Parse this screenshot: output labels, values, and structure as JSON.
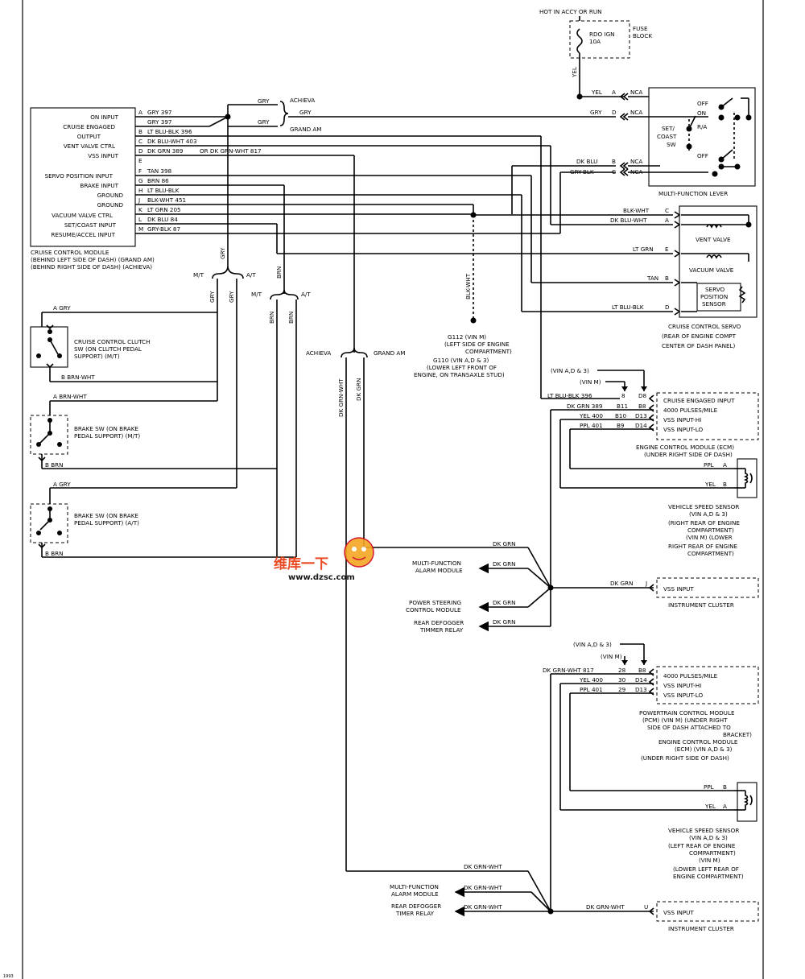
{
  "fuse": {
    "hot_label": "HOT IN ACCY OR RUN",
    "fuse_name": "RDO IGN",
    "fuse_amp": "10A",
    "block_line1": "FUSE",
    "block_line2": "BLOCK",
    "wire_vert": "YEL"
  },
  "module": {
    "pins": [
      {
        "label": "ON INPUT",
        "letter": "A",
        "wire": "GRY 397"
      },
      {
        "label": "CRUISE ENGAGED",
        "letter": "",
        "wire": "GRY 397"
      },
      {
        "label": "OUTPUT",
        "letter": "B",
        "wire": "LT BLU-BLK 396"
      },
      {
        "label": "VENT VALVE CTRL",
        "letter": "C",
        "wire": "DK BLU-WHT 403"
      },
      {
        "label": "VSS INPUT",
        "letter": "D",
        "wire": "DK GRN 389"
      },
      {
        "label": "",
        "letter": "E",
        "wire": ""
      },
      {
        "label": "SERVO POSITION INPUT",
        "letter": "F",
        "wire": "TAN 398"
      },
      {
        "label": "BRAKE INPUT",
        "letter": "G",
        "wire": "BRN 86"
      },
      {
        "label": "GROUND",
        "letter": "H",
        "wire": "LT BLU-BLK"
      },
      {
        "label": "GROUND",
        "letter": "J",
        "wire": "BLK-WHT 451"
      },
      {
        "label": "VACUUM VALVE CTRL",
        "letter": "K",
        "wire": "LT GRN 205"
      },
      {
        "label": "SET/COAST INPUT",
        "letter": "L",
        "wire": "DK BLU 84"
      },
      {
        "label": "RESUME/ACCEL INPUT",
        "letter": "M",
        "wire": "GRY-BLK 87"
      }
    ],
    "alt_wire": "OR DK GRN-WHT 817",
    "caption": [
      "CRUISE CONTROL MODULE",
      "(BEHIND LEFT SIDE OF DASH) (GRAND AM)",
      "(BEHIND RIGHT SIDE OF DASH) (ACHIEVA)"
    ]
  },
  "branch": {
    "gry1": "GRY",
    "achieva": "ACHIEVA",
    "gry2": "GRY",
    "gry3": "GRY",
    "grand_am": "GRAND AM"
  },
  "mfl": {
    "rows": [
      {
        "wire": "YEL",
        "pin": "A",
        "nca": "NCA"
      },
      {
        "wire": "GRY",
        "pin": "D",
        "nca": "NCA"
      },
      {
        "wire": "DK BLU",
        "pin": "B",
        "nca": "NCA"
      },
      {
        "wire": "GRY-BLK",
        "pin": "C",
        "nca": "NCA"
      }
    ],
    "off1": "OFF",
    "on": "ON",
    "ra": "R/A",
    "off2": "OFF",
    "sw1": "SET/",
    "sw2": "COAST",
    "sw3": "SW",
    "caption": "MULTI-FUNCTION LEVER"
  },
  "servo": {
    "rows": [
      {
        "wire": "BLK-WHT",
        "pin": "C"
      },
      {
        "wire": "DK BLU-WHT",
        "pin": "A"
      },
      {
        "wire": "LT GRN",
        "pin": "E"
      },
      {
        "wire": "TAN",
        "pin": "B"
      },
      {
        "wire": "LT BLU-BLK",
        "pin": "D"
      }
    ],
    "vent": "VENT VALVE",
    "vacuum": "VACUUM VALVE",
    "sensor": [
      "SERVO",
      "POSITION",
      "SENSOR"
    ],
    "caption": [
      "CRUISE CONTROL SERVO",
      "(REAR OF ENGINE COMPT",
      "CENTER OF DASH PANEL)"
    ]
  },
  "ground": {
    "wire": "BLK-WHT",
    "lines": [
      "G112 (VIN M)",
      "(LEFT SIDE OF ENGINE",
      "COMPARTMENT)",
      "G110 (VIN A,D & 3)",
      "(LOWER LEFT FRONT OF",
      "ENGINE, ON TRANSAXLE STUD)"
    ]
  },
  "trans": {
    "mt1": "M/T",
    "at1": "A/T",
    "gry_a": "GRY",
    "gry_b": "GRY",
    "mt2": "M/T",
    "at2": "A/T",
    "brn_a": "BRN",
    "brn_b": "BRN",
    "brn_top": "BRN",
    "gry_top": "GRY",
    "achieva": "ACHIEVA",
    "grand_am": "GRAND AM",
    "dkgrn_wht": "DK GRN-WHT",
    "dkgrn": "DK GRN"
  },
  "clutch": {
    "top": "A  GRY",
    "bottom": "B  BRN-WHT",
    "lines": [
      "CRUISE CONTROL CLUTCH",
      "SW (ON CLUTCH PEDAL",
      "SUPPORT) (M/T)"
    ]
  },
  "brake_mt": {
    "top": "A  BRN-WHT",
    "bottom": "B  BRN",
    "lines": [
      "BRAKE SW (ON BRAKE",
      "PEDAL SUPPORT) (M/T)"
    ]
  },
  "brake_at": {
    "top": "A  GRY",
    "bottom": "B  BRN",
    "lines": [
      "BRAKE SW (ON BRAKE",
      "PEDAL SUPPORT) (A/T)"
    ]
  },
  "ecm": {
    "vin1": "(VIN A,D & 3)",
    "vin2": "(VIN M)",
    "rows": [
      {
        "wire": "LT BLU-BLK 396",
        "p1": "8",
        "p2": "D8",
        "label": "CRUISE ENGAGED INPUT"
      },
      {
        "wire": "DK GRN 389",
        "p1": "B11",
        "p2": "B8",
        "label": "4000 PULSES/MILE"
      },
      {
        "wire": "YEL 400",
        "p1": "B10",
        "p2": "D13",
        "label": "VSS INPUT-HI"
      },
      {
        "wire": "PPL 401",
        "p1": "B9",
        "p2": "D14",
        "label": "VSS INPUT-LO"
      }
    ],
    "caption": [
      "ENGINE CONTROL MODULE (ECM)",
      "(UNDER RIGHT SIDE OF DASH)"
    ]
  },
  "vss1": {
    "ppl": "PPL",
    "ppl_pin": "A",
    "yel": "YEL",
    "yel_pin": "B",
    "lines": [
      "VEHICLE SPEED SENSOR",
      "(VIN A,D & 3)",
      "(RIGHT REAR OF ENGINE",
      "COMPARTMENT)",
      "(VIN M) (LOWER",
      "RIGHT REAR OF ENGINE",
      "COMPARTMENT)"
    ]
  },
  "dkgrn_bus": {
    "top": "DK GRN",
    "mfa": [
      "MULTI-FUNCTION",
      "ALARM MODULE"
    ],
    "mfa_wire": "DK GRN",
    "psc": [
      "POWER STEERING",
      "CONTROL MODULE"
    ],
    "psc_wire": "DK GRN",
    "rdt": [
      "REAR DEFOGGER",
      "TIMMER RELAY"
    ],
    "rdt_wire": "DK GRN",
    "ic_wire": "DK GRN",
    "ic_pin": "J",
    "ic_label": "VSS INPUT",
    "ic_caption": "INSTRUMENT CLUSTER"
  },
  "pcm": {
    "vin1": "(VIN A,D & 3)",
    "vin2": "(VIN M)",
    "rows": [
      {
        "wire": "DK GRN-WHT 817",
        "p1": "28",
        "p2": "B8",
        "label": "4000 PULSES/MILE"
      },
      {
        "wire": "YEL 400",
        "p1": "30",
        "p2": "D14",
        "label": "VSS INPUT-HI"
      },
      {
        "wire": "PPL 401",
        "p1": "29",
        "p2": "D13",
        "label": "VSS INPUT-LO"
      }
    ],
    "caption": [
      "POWERTRAIN CONTROL MODULE",
      "(PCM) (VIN M) (UNDER RIGHT",
      "SIDE OF DASH ATTACHED TO",
      "BRACKET)",
      "ENGINE CONTROL MODULE",
      "(ECM) (VIN A,D & 3)",
      "(UNDER RIGHT SIDE OF DASH)"
    ]
  },
  "vss2": {
    "ppl": "PPL",
    "ppl_pin": "B",
    "yel": "YEL",
    "yel_pin": "A",
    "lines": [
      "VEHICLE SPEED SENSOR",
      "(VIN A,D & 3)",
      "(LEFT REAR OF ENGINE",
      "COMPARTMENT)",
      "(VIN M)",
      "(LOWER LEFT REAR OF",
      "ENGINE COMPARTMENT)"
    ]
  },
  "wht_bus": {
    "top": "DK GRN-WHT",
    "mfa": [
      "MULTI-FUNCTION",
      "ALARM MODULE"
    ],
    "mfa_wire": "DK GRN-WHT",
    "rdt": [
      "REAR DEFOGGER",
      "TIMER RELAY"
    ],
    "rdt_wire": "DK GRN-WHT",
    "ic_wire": "DK GRN-WHT",
    "ic_pin": "U",
    "ic_label": "VSS INPUT",
    "ic_caption": "INSTRUMENT CLUSTER"
  },
  "watermark": {
    "line1": "维库一下",
    "url": "www.dzsc.com"
  },
  "corner": "1993"
}
